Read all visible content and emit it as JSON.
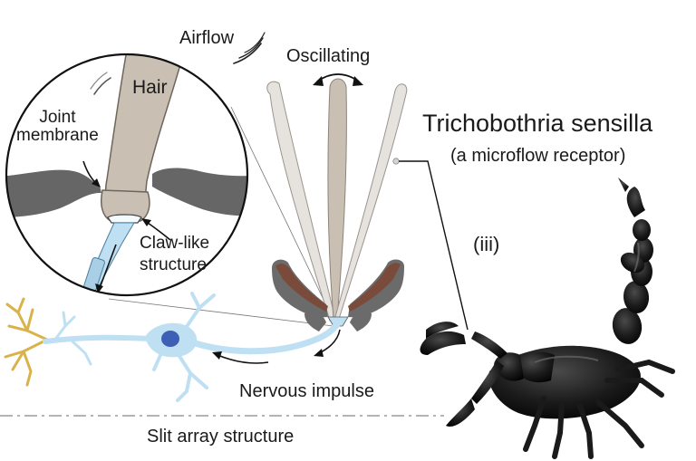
{
  "labels": {
    "airflow": "Airflow",
    "oscillating": "Oscillating",
    "hair": "Hair",
    "joint_membrane": "Joint\nmembrane",
    "claw_like_structure": "Claw-like\nstructure",
    "title": "Trichobothria sensilla",
    "subtitle": "(a microflow receptor)",
    "panel_marker": "(iii)",
    "nervous_impulse": "Nervous impulse",
    "slit_array_structure": "Slit array structure"
  },
  "colors": {
    "hair_fill": "#c9bfb2",
    "hair_light": "#e6e2dd",
    "socket_gray": "#6b6b6b",
    "socket_brown": "#7a4a3a",
    "neuron_blue": "#bfe0f2",
    "nucleus": "#3e5fb6",
    "dendrite_gold": "#d9b24a",
    "scorpion": "#141414"
  }
}
